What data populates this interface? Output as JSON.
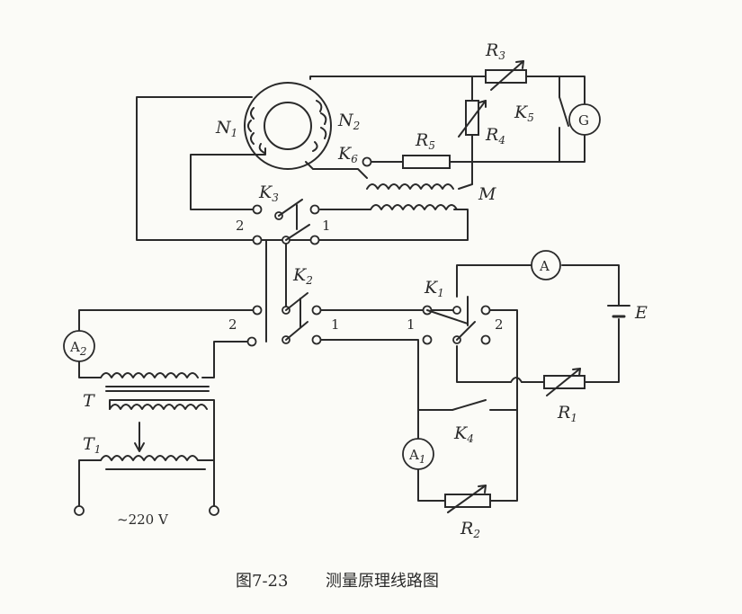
{
  "components": {
    "R3": "R",
    "R3_sub": "3",
    "R4": "R",
    "R4_sub": "4",
    "R5": "R",
    "R5_sub": "5",
    "R1": "R",
    "R1_sub": "1",
    "R2": "R",
    "R2_sub": "2",
    "N1": "N",
    "N1_sub": "1",
    "N2": "N",
    "N2_sub": "2",
    "K1": "K",
    "K1_sub": "1",
    "K2": "K",
    "K2_sub": "2",
    "K3": "K",
    "K3_sub": "3",
    "K4": "K",
    "K4_sub": "4",
    "K5": "K",
    "K5_sub": "5",
    "K6": "K",
    "K6_sub": "6",
    "M": "M",
    "E": "E",
    "T": "T",
    "T1": "T",
    "T1_sub": "1",
    "G": "G",
    "A": "A",
    "A1": "A",
    "A1_sub": "1",
    "A2": "A",
    "A2_sub": "2"
  },
  "switch_positions": {
    "k3_pos2": "2",
    "k3_pos1": "1",
    "k2_pos2": "2",
    "k2_pos1": "1",
    "k1_pos1": "1",
    "k1_pos2": "2"
  },
  "supply": {
    "voltage": "~220 V"
  },
  "caption": {
    "number": "图7-23",
    "title": "测量原理线路图"
  }
}
